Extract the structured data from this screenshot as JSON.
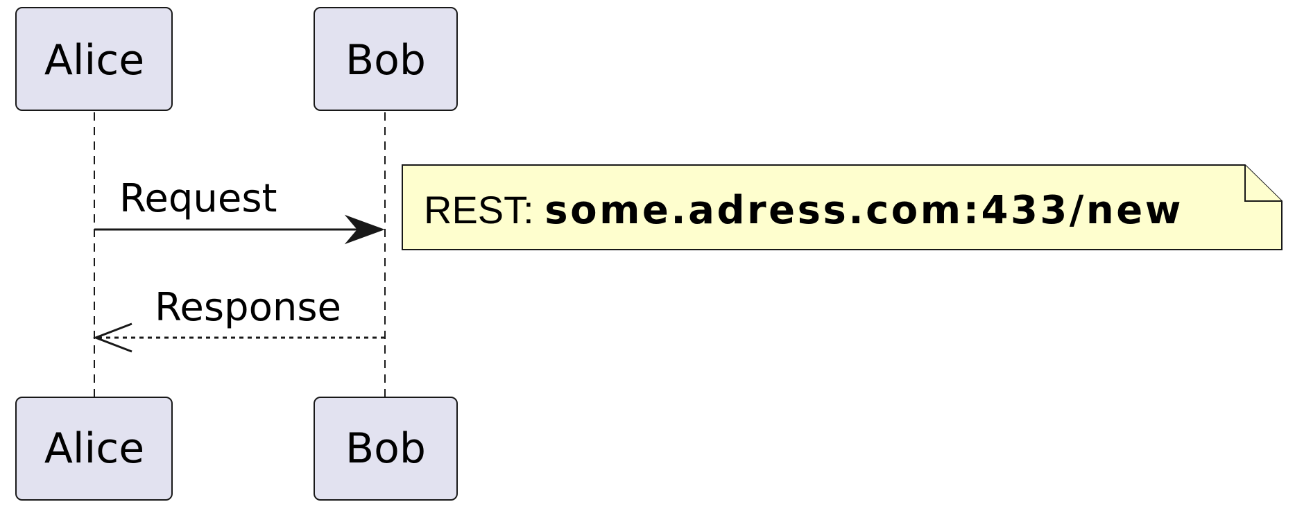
{
  "participants": {
    "alice": {
      "label": "Alice"
    },
    "bob": {
      "label": "Bob"
    }
  },
  "messages": {
    "request": {
      "label": "Request",
      "style": "solid",
      "arrow": "filled"
    },
    "response": {
      "label": "Response",
      "style": "dashed",
      "arrow": "open"
    }
  },
  "note": {
    "prefix": "REST: ",
    "url": "some.adress.com:433/new"
  },
  "colors": {
    "participant_fill": "#e2e2f0",
    "note_fill": "#fefece",
    "stroke": "#181818"
  }
}
